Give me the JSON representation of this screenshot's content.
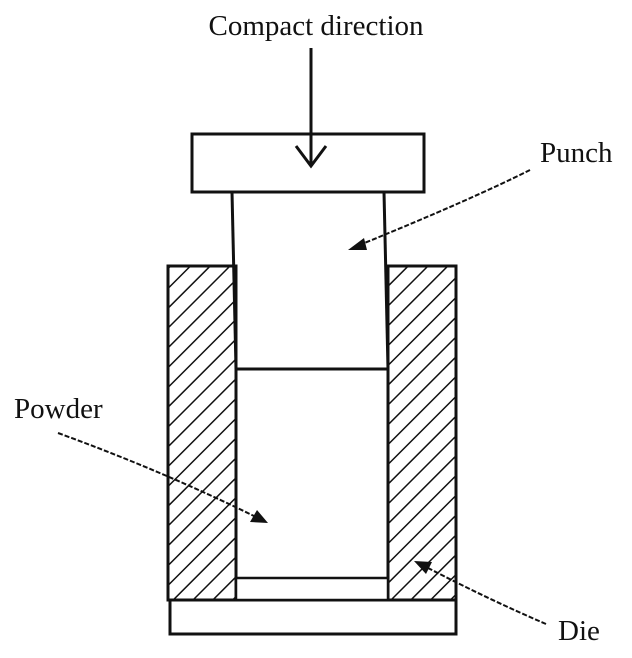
{
  "labels": {
    "direction": "Compact direction",
    "punch": "Punch",
    "powder": "Powder",
    "die": "Die"
  },
  "colors": {
    "ink": "#111111",
    "background": "#ffffff"
  }
}
